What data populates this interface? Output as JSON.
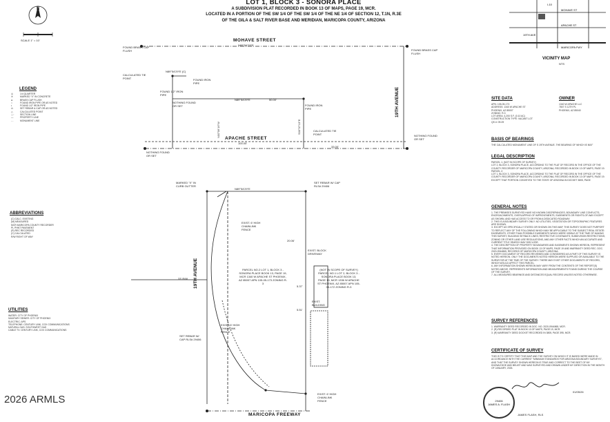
{
  "title": {
    "line1": "LOT 1, BLOCK 3 - SONORA PLACE",
    "line2": "A SUBDIVISION PLAT RECORDED IN BOOK 13 OF MAPS, PAGE 19, MCR.",
    "line3": "LOCATED IN A PORTION OF THE SW 1/4 OF THE SW 1/4 OF THE NE 1/4 OF SECTION 12, T.1N, R.3E",
    "line4": "OF THE GILA & SALT RIVER BASE AND MERIDIAN, MARICOPA COUNTY, ARIZONA"
  },
  "scale": "SCALE 1\" = 10'",
  "streets": {
    "mohave": "MOHAVE STREET",
    "apache": "APACHE STREET",
    "maricopa": "MARICOPA FREEWAY",
    "ave19_left": "19TH AVENUE",
    "ave19_right": "19TH AVENUE"
  },
  "legend": {
    "heading": "LEGEND",
    "items": [
      "1/4 QUARTER",
      "MARKED \"X\" IN CONCRETE",
      "BRASS CAP FLUSH",
      "FOUND IRON PIPE OR AS NOTED",
      "FOUND 1/2\" IRON PIPE",
      "SET REBAR & CAP OR AS NOTED",
      "CALCULATED POINT",
      "SECTION LINE",
      "PROPERTY LINE",
      "MONUMENT LINE"
    ]
  },
  "abbreviations": {
    "heading": "ABBREVIATIONS",
    "items": [
      "(C) CALC. EXISTING",
      "(M) MEASURED",
      "MCR MARICOPA COUNTY RECORDER",
      "PL PHNT PAVEMENT",
      "(R) REC RECORDED",
      "(C) CALCULATED",
      "R/W RIGHT OF WAY"
    ]
  },
  "utilities": {
    "heading": "UTILITIES",
    "items": [
      "WATER: CITY OF PHOENIX",
      "SANITARY SEWER: CITY OF PHOENIX",
      "ELECTRIC: APS",
      "TELEPHONE: CENTURY LINK, COX COMMUNICATIONS",
      "NATURAL GAS: SOUTHWEST GAS",
      "CABLE TV: CENTURY LINK, COX COMMUNICATIONS"
    ]
  },
  "vicinity": {
    "heading": "VICINITY MAP",
    "sub": "NTS",
    "labels": [
      "I-10",
      "19TH AVE",
      "MOHAVE ST",
      "APACHE ST",
      "MARICOPA FWY"
    ]
  },
  "site_data": {
    "heading": "SITE DATA",
    "items": [
      "APN: 105-05-173",
      "ADDRESS: 1340 W APACHE ST",
      "PHOENIX, AZ 85007",
      "ZONING: R-3",
      "LOT AREA: 4,200 S.F. (0.10 AC)",
      "CONSTRUCTION TYPE: VACANT LOT",
      "QS #: 09-09"
    ]
  },
  "owner": {
    "heading": "OWNER",
    "items": [
      "1340 W APACHE LLC",
      "7807 S 12TH PL",
      "PHOENIX, AZ 85040"
    ]
  },
  "basis_of_bearings": {
    "heading": "BASIS OF BEARINGS",
    "text": "THE CALCULATED MONUMENT LINE OF S 19TH AVENUE. THE BEARING OF WHICH IS N00°"
  },
  "legal_description": {
    "heading": "LEGAL DESCRIPTION",
    "paragraphs": [
      "PARCEL 1: (NOT IN SCOPE OF SURVEY)",
      "LOT 2, BLOCK 3, SONORA PLACE, ACCORDING TO THE PLAT OF RECORD IN THE OFFICE OF THE COUNTY RECORDER OF MARICOPA COUNTY, ARIZONA, RECORDED IN BOOK 13 OF MAPS, PAGE 19.",
      "PARCEL 2:",
      "LOT 1, BLOCK 3, SONORA PLACE, ACCORDING TO THE PLAT OF RECORD IN THE OFFICE OF THE COUNTY RECORDER OF MARICOPA COUNTY, ARIZONA, RECORDED IN BOOK 13 OF MAPS, PAGE 19.",
      "EXCEPT THAT PORTION CONVEYED TO THE STATE OF ARIZONA IN DOCKET 3805, PAGE"
    ]
  },
  "general_notes": {
    "heading": "GENERAL NOTES",
    "items": [
      "1. THE PREMISES SURVEYED HAVE NO KNOWN DISCREPANCIES, BOUNDARY LINE CONFLICTS, ENCROACHMENTS, OVERLAPPING OF IMPROVEMENTS, EASEMENTS OR RIGHTS-OF-WAY EXCEPT AS SHOWN, AND HAS ACCESS TO OR FROM A DEDICATED ROADWAY.",
      "2. THIS IS A BOUNDARY SURVEY ONLY. NO UTILITIES, VEGETATION OR TOPOGRAPHIC FEATURES ARE SHOWN.",
      "3. EXCEPT AS SPECIFICALLY STATED OR SHOWN ON THIS MAP, THIS SURVEY DOES NOT PURPORT TO REFLECT ANY OF THE FOLLOWING WHICH MAY BE APPLICABLE TO THE SUBJECT REAL ESTATE: EASEMENTS, OTHER THAN POSSIBLE EASEMENTS WHICH WERE VISIBLE AT THE TIME OF MAKING THIS SURVEY; BUILDING SETBACK LINES; RESTRICTIVE COVENANTS; SUBDIVISION RESTRICTIONS; ZONING OR OTHER LAND USE REGULATIONS, AND ANY OTHER FACTS WHICH AN ACCURATE AND CURRENT TITLE SEARCH MAY DISCLOSE.",
      "4. THE DESCRIPTION OF PROPERTY BOUNDARIES AND EASEMENTS SHOWN HEREON, REPRESENT THAT INFORMATION PROVIDED ON BOOK 13 OF MAPS, PAGE 19 AND WARRANTY DEED REC. DOC. 2020-0944865, RECORDS OF MARICOPA COUNTY, ARIZONA.",
      "5. EVERY DOCUMENT OF RECORD REVIEWED AND CONSIDERED AS A PART OF THIS SURVEY IS NOTED HEREON. ONLY THE DOCUMENTS NOTED HEREON WERE SUPPLIED OR AVAILABLE TO THE SURVEYOR AT THE TIME OF THE SURVEY. THERE MAY EXIST OTHER DOCUMENTS OF RECORD, WHICH WOULD AFFECT THIS PARCEL.",
      "6. ANY INFORMATION SHOWN HEREON MAY VARY FROM THE CONTENTS OF THE REPORT(S) NOTED ABOVE. REPRESENTS INFORMATION AND MEASUREMENTS FOUND DURING THE COURSE OF THE SURVEY.",
      "7. ALL MEASURED BEARINGS AND DISTANCES EQUAL RECORD UNLESS NOTED OTHERWISE."
    ]
  },
  "survey_references": {
    "heading": "SURVEY REFERENCES",
    "items": [
      "1. WARRANTY DEED RECORDED IN DOC. NO. 2020-0944865, MCR.",
      "2. (R) RECORDED PLAT IN BOOK 13 OF MAPS, PAGE 19, MCR.",
      "3. (R) WARRANTY DEED DOCKET RECORDED IN 3805, PAGE 395, MCR."
    ]
  },
  "certificate": {
    "heading": "CERTIFICATE OF SURVEY",
    "text": "THIS IS TO CERTIFY THAT THIS MAP AND THE SURVEY ON WHICH IT IS BASED WERE MADE IN ACCORDANCE WITH THE CURRENT \"MINIMUM STANDARDS FOR ARIZONA BOUNDARY SURVEYS\", AND THAT THE SURVEY SHOWN HEREON IS TRUE AND CORRECT TO THE BEST OF MY KNOWLEDGE AND BELIEF AND WAS SURVEYED AND DRAWN UNDER MY DIRECTION IN THE MONTH OF JANUARY, 2026.",
    "signer": "JAMES FLASH, RLS",
    "date": "01/05/26",
    "seal_number": "29406",
    "seal_name": "JAMES A. FLASH"
  },
  "plat_labels": {
    "found_brass_cap": "FOUND BRASS CAP FLUSH",
    "calculated_tie": "CALCULATED TIE POINT",
    "found_iron_pipe": "FOUND IRON PIPE",
    "found_1_2_pipe": "FOUND 1/2\" IRON PIPE",
    "nothing_found": "NOTHING FOUND OR SET",
    "marked_x": "MARKED \"X\" IN CURB GUTTER",
    "set_rebar": "SET REBAR W/ CAP RLS# 29406",
    "exist_fence": "EXIST. 6' HIGH CHAINLINK FENCE",
    "parcel1": "PARCEL NO.2  LOT 1, BLOCK 3 - SONORA PLACE  BOOK 13, PAGE 19, MCR  1340 W APACHE ST  PHOENIX, AZ 85007  APN 105-05-173  ZONING R-3",
    "parcel2": "(NOT IN SCOPE OF SURVEY)  PARCEL NO.1  LOT 2, BLOCK 3 - SONORA PLACE  BOOK 13, PAGE 19, MCR  1336 W APACHE ST  PHOENIX, AZ 85007  APN 105-05-172  ZONING R-3",
    "exist_block": "EXIST. BLOCK DRIVEWAY",
    "exist_building": "EXIST. BUILDING",
    "row_width": "33' R/W",
    "bearings": [
      "N89°54'29\"E",
      "N00°06'16\"W",
      "N89°54'29\"E (C)",
      "50.00'",
      "100.00'",
      "33.00'",
      "N89°54'29\"E",
      "N89°54'29\"E",
      "S00°07'13\"E",
      "20.06'",
      "5.37'",
      "5.51'"
    ]
  },
  "watermark": "2026 ARMLS"
}
